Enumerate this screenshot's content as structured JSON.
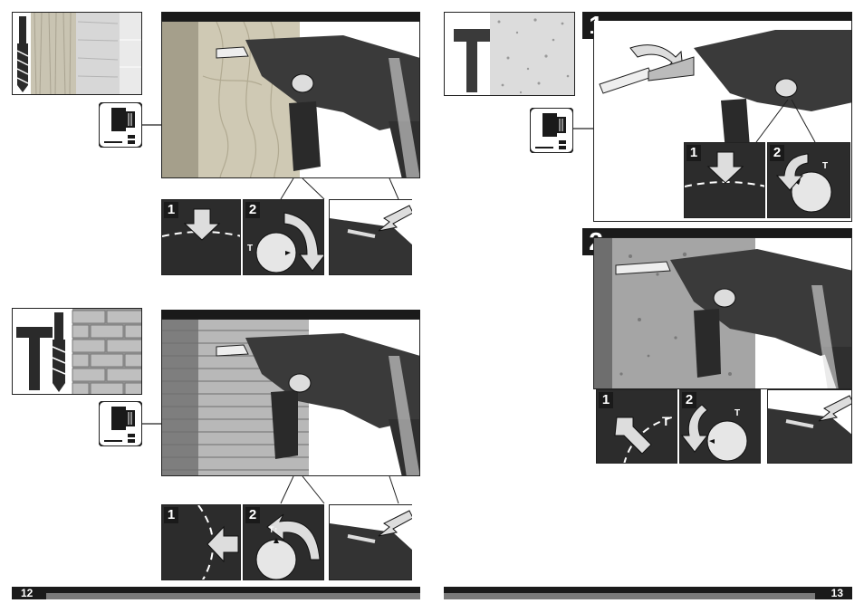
{
  "pages": {
    "left_number": "12",
    "right_number": "13"
  },
  "steps": {
    "s1": "1",
    "s2": "2",
    "big1": "1",
    "big2": "2"
  },
  "dial_labels": {
    "t": "T",
    "ti": "T↕"
  },
  "colors": {
    "dark": "#1a1a1a",
    "tool": "#3a3a3a",
    "wood": "#b9b39f",
    "brick": "#c8c8c8",
    "concrete": "#9a9a9a"
  },
  "icons": [
    "drill-bit-icon",
    "hammer-icon",
    "chisel-icon",
    "chuck-icon",
    "arrow-icon",
    "mode-dial-icon"
  ]
}
